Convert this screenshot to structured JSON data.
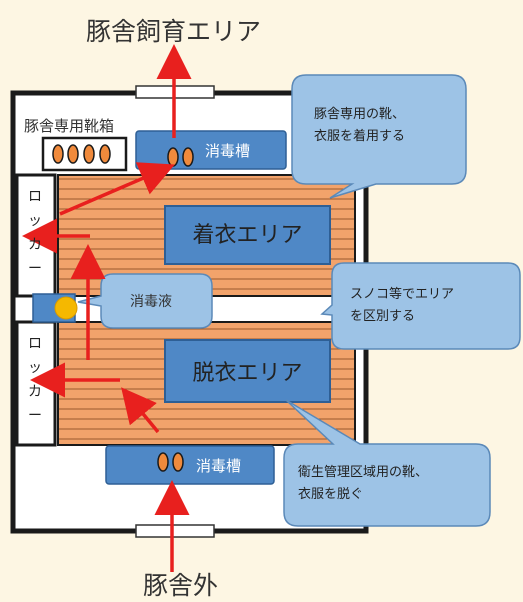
{
  "labels": {
    "top_area": "豚舎飼育エリア",
    "bottom_area": "豚舎外",
    "boot_box": "豚舎専用靴箱"
  },
  "locker_top": [
    "ロ",
    "ッ",
    "カ",
    "ー"
  ],
  "locker_bottom": [
    "ロ",
    "ッ",
    "カ",
    "ー"
  ],
  "disinfect_top": "消毒槽",
  "disinfect_bottom": "消毒槽",
  "disinfect_liquid": "消毒液",
  "dress_zone": "着衣エリア",
  "undress_zone": "脱衣エリア",
  "callouts": {
    "dress": [
      "豚舎専用の靴、",
      "衣服を着用する"
    ],
    "sunoko": [
      "スノコ等でエリア",
      "を区別する"
    ],
    "undress": [
      "衛生管理区域用の靴、",
      "衣服を脱ぐ"
    ]
  },
  "colors": {
    "floor": "#f2a36b",
    "floor_lines": "#9a5a2e",
    "box_fill": "#4f88c6",
    "callout_fill": "#9dc3e6",
    "arrow": "#e8201e",
    "liquid_dot": "#f5b800"
  }
}
